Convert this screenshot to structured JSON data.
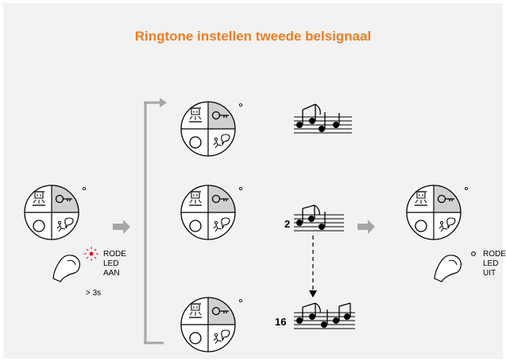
{
  "title": "Ringtone instellen tweede belsignaal",
  "colors": {
    "title": "#ef7d22",
    "panel_bg": "#f2f2f2",
    "arrow": "#a6a6a6",
    "led_red": "#e30613",
    "shaded_quadrant": "#d0d0d0"
  },
  "start": {
    "led_label_lines": [
      "RODE",
      "LED",
      "AAN"
    ],
    "press_duration": "> 3s"
  },
  "melody_steps": [
    {
      "number": ""
    },
    {
      "number": "2"
    },
    {
      "number": "16"
    }
  ],
  "end": {
    "led_label_lines": [
      "RODE",
      "LED",
      "UIT"
    ]
  },
  "icons": [
    "lamp-icon",
    "key-icon",
    "circle-button-icon",
    "speak-icon",
    "hand-press-icon",
    "music-notes-icon"
  ]
}
